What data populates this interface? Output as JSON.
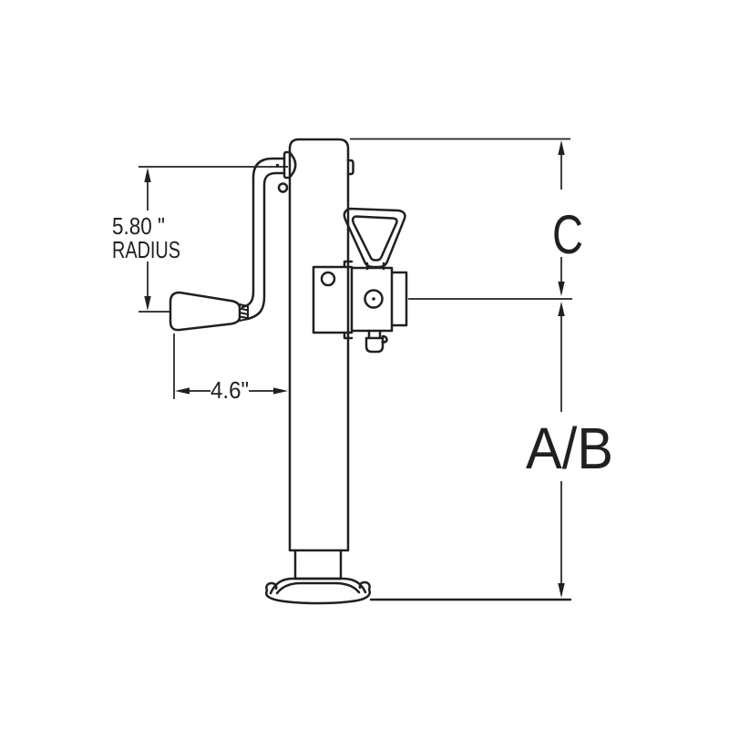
{
  "diagram": {
    "kind": "technical dimension drawing",
    "subject": "Swivel trailer tongue jack with sidewind crank handle, side view"
  },
  "labels": {
    "radius_value": "5.80 \"",
    "radius_word": "RADIUS",
    "width_value": "4.6\"",
    "upper_dim": "C",
    "overall_dim": "A/B"
  },
  "colors": {
    "ink": "#231f20",
    "background": "#ffffff"
  }
}
